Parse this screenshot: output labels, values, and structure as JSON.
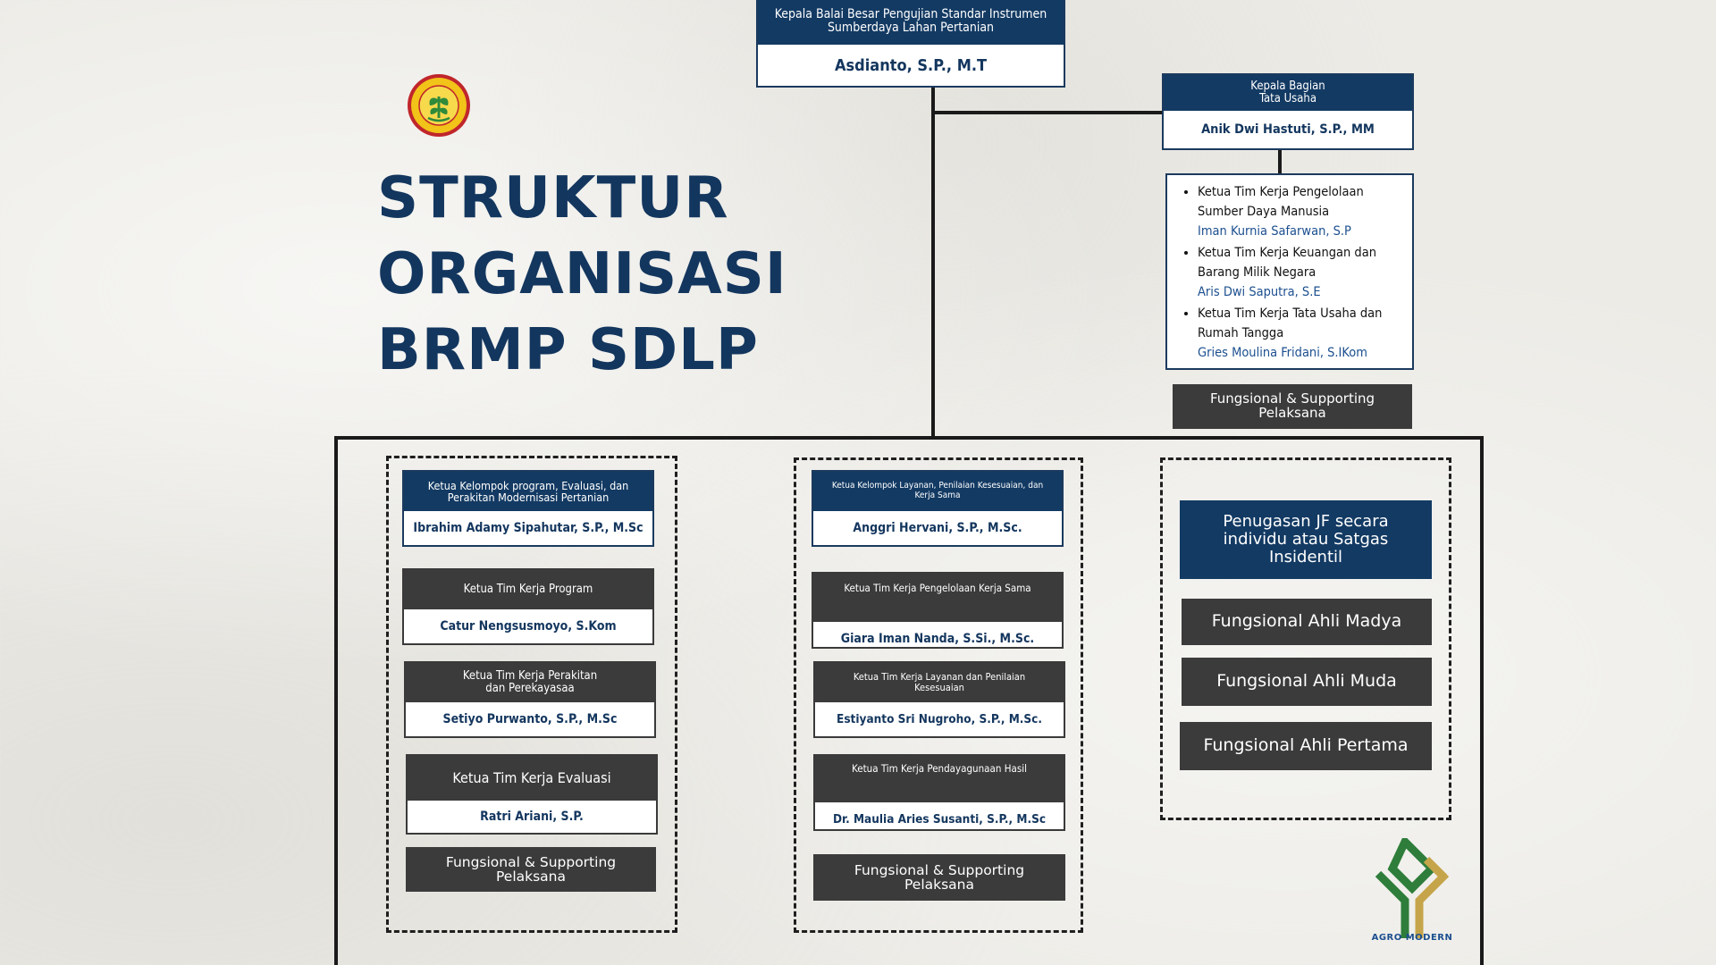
{
  "title": {
    "line1": "STRUKTUR",
    "line2": "ORGANISASI",
    "line3": "BRMP SDLP"
  },
  "head": {
    "role": "Kepala Balai Besar Pengujian Standar Instrumen Sumberdaya Lahan Pertanian",
    "name": "Asdianto, S.P., M.T"
  },
  "tata_usaha": {
    "role_line1": "Kepala Bagian",
    "role_line2": "Tata Usaha",
    "name": "Anik Dwi Hastuti, S.P., MM",
    "teams": [
      {
        "role": "Ketua Tim Kerja Pengelolaan Sumber Daya Manusia",
        "name": "Iman Kurnia Safarwan, S.P"
      },
      {
        "role": "Ketua Tim Kerja Keuangan dan Barang Milik Negara",
        "name": "Aris Dwi Saputra, S.E"
      },
      {
        "role": "Ketua Tim Kerja Tata Usaha dan Rumah Tangga",
        "name": "Gries Moulina Fridani, S.IKom"
      }
    ],
    "support": "Fungsional & Supporting Pelaksana"
  },
  "group1": {
    "leader_role": "Ketua Kelompok program, Evaluasi, dan Perakitan Modernisasi Pertanian",
    "leader_name": "Ibrahim Adamy Sipahutar, S.P., M.Sc",
    "teams": [
      {
        "role": "Ketua Tim Kerja Program",
        "name": "Catur Nengsusmoyo, S.Kom"
      },
      {
        "role": "Ketua Tim Kerja Perakitan dan Perekayasaa",
        "name": "Setiyo Purwanto, S.P., M.Sc"
      },
      {
        "role": "Ketua Tim Kerja Evaluasi",
        "name": "Ratri Ariani, S.P."
      }
    ],
    "support": "Fungsional & Supporting Pelaksana"
  },
  "group2": {
    "leader_role": "Ketua Kelompok Layanan, Penilaian Kesesuaian, dan Kerja Sama",
    "leader_name": "Anggri Hervani, S.P., M.Sc.",
    "teams": [
      {
        "role": "Ketua Tim Kerja Pengelolaan Kerja Sama",
        "name": "Giara Iman Nanda, S.Si., M.Sc."
      },
      {
        "role": "Ketua Tim Kerja Layanan dan Penilaian Kesesuaian",
        "name": "Estiyanto Sri Nugroho, S.P., M.Sc."
      },
      {
        "role": "Ketua Tim Kerja Pendayagunaan Hasil",
        "name": "Dr. Maulia Aries Susanti, S.P., M.Sc"
      }
    ],
    "support": "Fungsional & Supporting Pelaksana"
  },
  "group3": {
    "assignment": "Penugasan JF secara individu atau Satgas Insidentil",
    "levels": [
      "Fungsional Ahli Madya",
      "Fungsional Ahli Muda",
      "Fungsional Ahli Pertama"
    ]
  },
  "brand": {
    "agro_text": "AGRO MODERN"
  },
  "colors": {
    "navy": "#133a63",
    "dark_grey": "#3b3b3b",
    "name_text": "#13365e",
    "list_name": "#1c4f8f",
    "seal_yellow": "#f2c318",
    "seal_red": "#c0262c",
    "seal_green": "#2f8a3a",
    "agro_green": "#2e7d3a",
    "agro_gold": "#c6a54a"
  }
}
